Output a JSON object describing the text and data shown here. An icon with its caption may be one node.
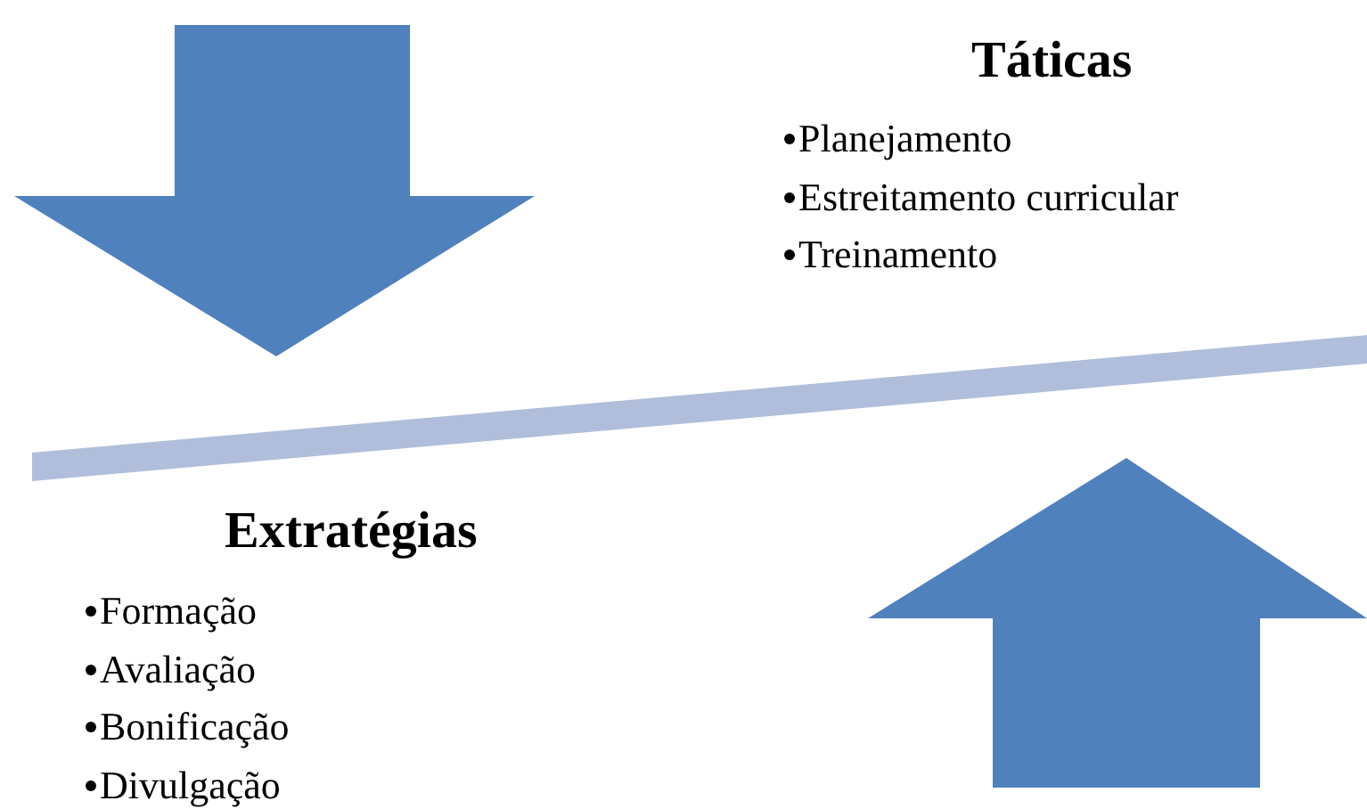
{
  "diagram": {
    "labels": [
      "Táticas",
      "Planejamento",
      "Estreitamento curricular",
      "Treinamento",
      "Extratégias",
      "Formação",
      "Avaliação",
      "Bonificação",
      "Divulgação"
    ]
  }
}
